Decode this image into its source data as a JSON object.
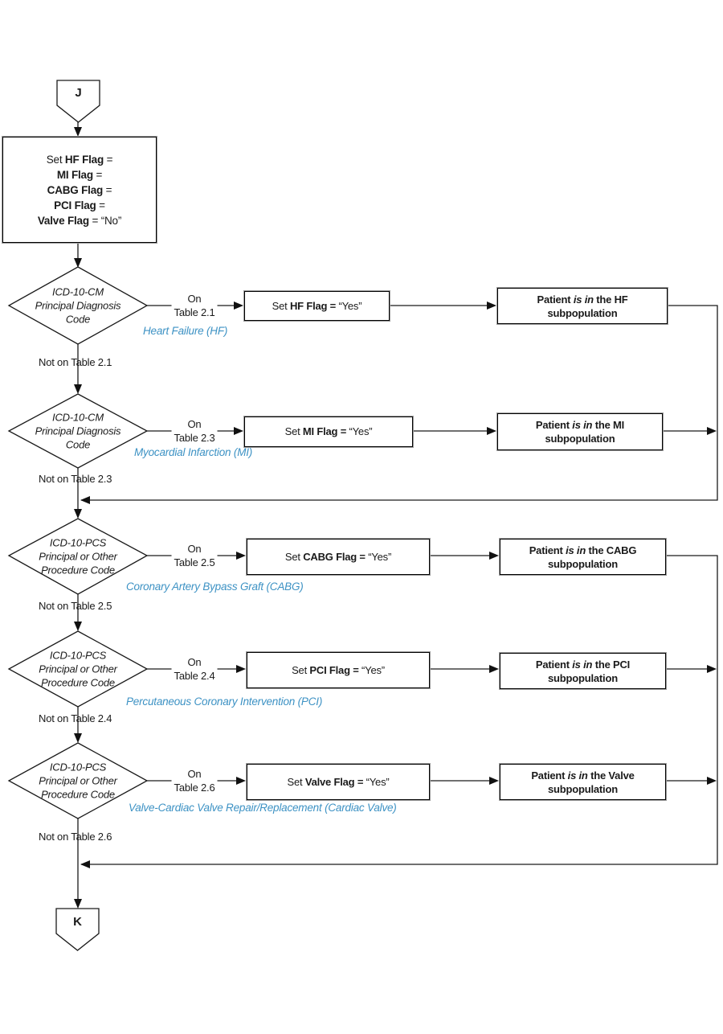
{
  "colors": {
    "category_blue": "#3D92C4",
    "line": "#1a1a1a"
  },
  "connectors": {
    "top": "J",
    "bottom": "K"
  },
  "init_box": {
    "lines": [
      {
        "pre": "Set ",
        "name": "HF Flag",
        "post": " ="
      },
      {
        "pre": "",
        "name": "MI Flag",
        "post": " ="
      },
      {
        "pre": "",
        "name": "CABG Flag",
        "post": " ="
      },
      {
        "pre": "",
        "name": "PCI Flag",
        "post": " ="
      },
      {
        "pre": "",
        "name": "Valve Flag",
        "post": " = “No”"
      }
    ]
  },
  "rows": [
    {
      "decision": [
        "ICD-10-CM",
        "Principal Diagnosis",
        "Code"
      ],
      "on": [
        "On",
        "Table 2.1"
      ],
      "not_on": "Not on Table 2.1",
      "category": "Heart Failure (HF)",
      "set": {
        "pre": "Set ",
        "bold": "HF Flag =",
        "value": " “Yes”"
      },
      "patient": {
        "pre": "Patient ",
        "emph": "is in",
        "post": " the HF",
        "line2": "subpopulation"
      }
    },
    {
      "decision": [
        "ICD-10-CM",
        "Principal Diagnosis",
        "Code"
      ],
      "on": [
        "On",
        "Table 2.3"
      ],
      "not_on": "Not on Table 2.3",
      "category": "Myocardial Infarction (MI)",
      "set": {
        "pre": "Set ",
        "bold": "MI Flag =",
        "value": " “Yes”"
      },
      "patient": {
        "pre": "Patient ",
        "emph": "is in",
        "post": " the MI",
        "line2": "subpopulation"
      }
    },
    {
      "decision": [
        "ICD-10-PCS",
        "Principal or Other",
        "Procedure Code"
      ],
      "on": [
        "On",
        "Table 2.5"
      ],
      "not_on": "Not on Table 2.5",
      "category": "Coronary Artery Bypass Graft (CABG)",
      "set": {
        "pre": "Set ",
        "bold": "CABG Flag =",
        "value": " “Yes”"
      },
      "patient": {
        "pre": "Patient ",
        "emph": "is in",
        "post": " the CABG",
        "line2": "subpopulation"
      }
    },
    {
      "decision": [
        "ICD-10-PCS",
        "Principal or Other",
        "Procedure Code"
      ],
      "on": [
        "On",
        "Table 2.4"
      ],
      "not_on": "Not on Table 2.4",
      "category": "Percutaneous Coronary Intervention (PCI)",
      "set": {
        "pre": "Set ",
        "bold": "PCI Flag =",
        "value": " “Yes”"
      },
      "patient": {
        "pre": "Patient ",
        "emph": "is in",
        "post": " the PCI",
        "line2": "subpopulation"
      }
    },
    {
      "decision": [
        "ICD-10-PCS",
        "Principal or Other",
        "Procedure Code"
      ],
      "on": [
        "On",
        "Table 2.6"
      ],
      "not_on": "Not on Table 2.6",
      "category": "Valve-Cardiac Valve Repair/Replacement (Cardiac Valve)",
      "set": {
        "pre": "Set ",
        "bold": "Valve Flag =",
        "value": " “Yes”"
      },
      "patient": {
        "pre": "Patient ",
        "emph": "is in",
        "post": " the Valve",
        "line2": "subpopulation"
      }
    }
  ]
}
